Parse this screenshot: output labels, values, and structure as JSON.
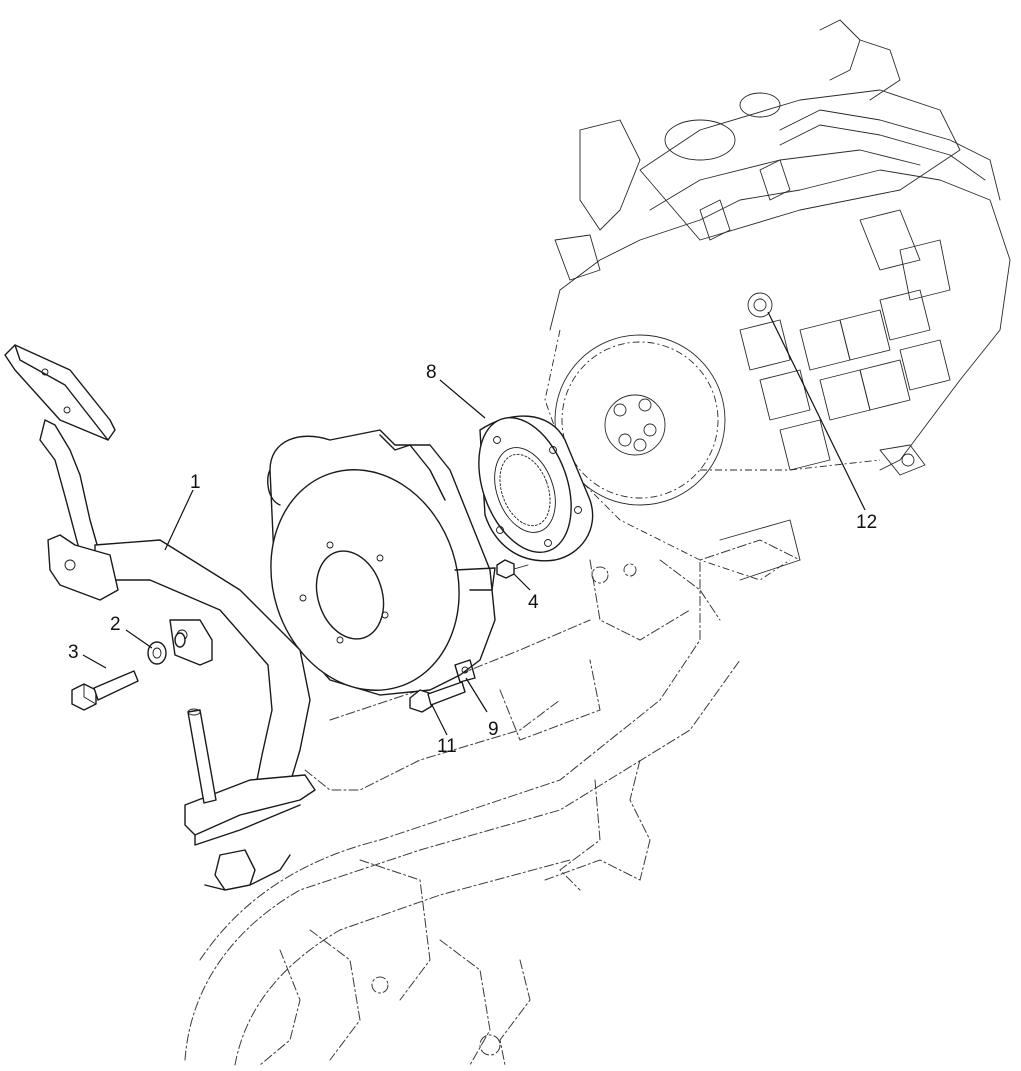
{
  "callouts": [
    {
      "id": "1",
      "text": "1"
    },
    {
      "id": "2",
      "text": "2"
    },
    {
      "id": "3",
      "text": "3"
    },
    {
      "id": "4",
      "text": "4"
    },
    {
      "id": "8",
      "text": "8"
    },
    {
      "id": "9",
      "text": "9"
    },
    {
      "id": "11",
      "text": "11"
    },
    {
      "id": "12",
      "text": "12"
    }
  ]
}
